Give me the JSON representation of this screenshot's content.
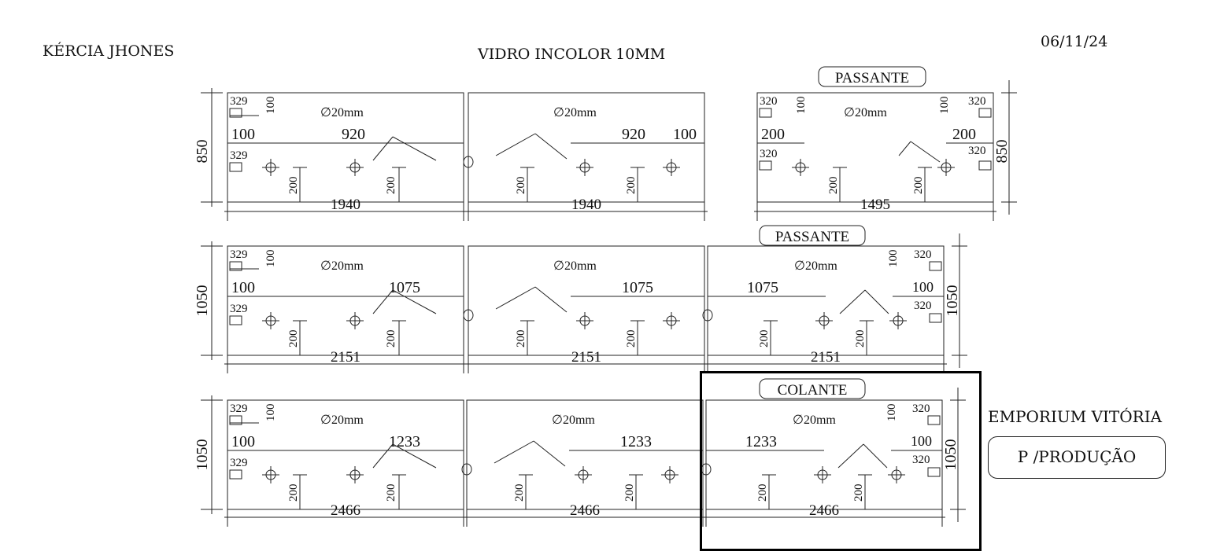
{
  "header": {
    "client": "KÉRCIA JHONES",
    "material": "VIDRO INCOLOR 10MM",
    "date": "06/11/24"
  },
  "footer": {
    "supplier": "EMPORIUM VITÓRIA",
    "stamp": "P /PRODUÇÃO"
  },
  "hole_label": "∅20mm",
  "rows": [
    {
      "height": "850",
      "tag": "PASSANTE",
      "panels": [
        {
          "width": "1940",
          "span": "920",
          "edge": "100",
          "hinge_w": "329",
          "hinge_h": "100",
          "hinge_w2": "329",
          "gap": "200",
          "side": "left"
        },
        {
          "width": "1940",
          "span": "920",
          "edge": "100",
          "gap": "200",
          "side": "middle"
        },
        {
          "width": "1495",
          "edge_l": "200",
          "edge_r": "200",
          "hinge_w": "320",
          "hinge_h": "100",
          "hinge_w2": "320",
          "gap": "200",
          "side": "both"
        }
      ]
    },
    {
      "height": "1050",
      "tag": "PASSANTE",
      "panels": [
        {
          "width": "2151",
          "span": "1075",
          "edge": "100",
          "hinge_w": "329",
          "hinge_h": "100",
          "hinge_w2": "329",
          "gap": "200",
          "side": "left"
        },
        {
          "width": "2151",
          "span": "1075",
          "gap": "200",
          "side": "middle"
        },
        {
          "width": "2151",
          "span": "1075",
          "edge": "100",
          "hinge_w": "320",
          "hinge_h": "100",
          "hinge_w2": "320",
          "gap": "200",
          "side": "right"
        }
      ]
    },
    {
      "height": "1050",
      "tag": "COLANTE",
      "panels": [
        {
          "width": "2466",
          "span": "1233",
          "edge": "100",
          "hinge_w": "329",
          "hinge_h": "100",
          "hinge_w2": "329",
          "gap": "200",
          "side": "left"
        },
        {
          "width": "2466",
          "span": "1233",
          "gap": "200",
          "side": "middle"
        },
        {
          "width": "2466",
          "span": "1233",
          "edge": "100",
          "hinge_w": "320",
          "hinge_h": "100",
          "hinge_w2": "320",
          "gap": "200",
          "side": "right"
        }
      ]
    }
  ]
}
